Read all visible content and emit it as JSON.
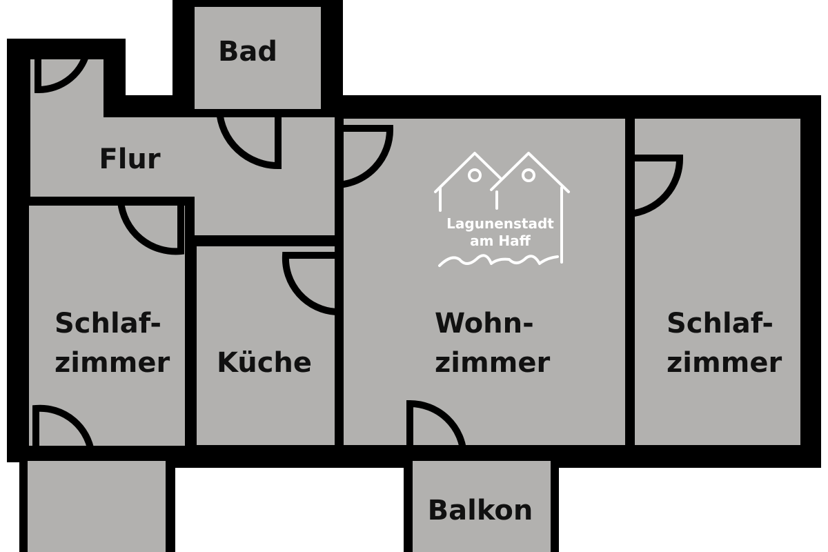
{
  "colors": {
    "wall": "#000000",
    "floor": "#b2b1af",
    "background": "#ffffff",
    "logo": "#ffffff",
    "label": "#111111"
  },
  "rooms": {
    "bad": "Bad",
    "flur": "Flur",
    "schlafzimmer_left": [
      "Schlaf-",
      "zimmer"
    ],
    "kueche": "Küche",
    "wohnzimmer": [
      "Wohn-",
      "zimmer"
    ],
    "schlafzimmer_right": [
      "Schlaf-",
      "zimmer"
    ],
    "balkon": "Balkon"
  },
  "logo": {
    "name": "houses-waves-logo",
    "lines": [
      "Lagunenstadt",
      "am Haff"
    ]
  }
}
